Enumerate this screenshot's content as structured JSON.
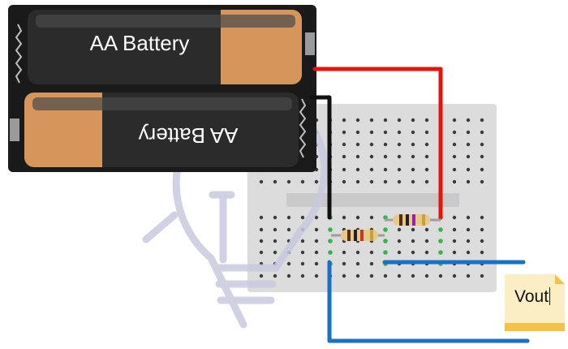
{
  "battery": {
    "cell_top_label": "AA Battery",
    "cell_bottom_label": "AA Battery"
  },
  "colors": {
    "positive_wire": "#e8120c",
    "negative_wire": "#111111",
    "signal_wire": "#1b6fc4",
    "holder": "#1a1a1a",
    "cell_body": "#2b2b2b",
    "cell_cap": "#d6955a",
    "breadboard": "#dcdcdc",
    "note": "#fbeec4",
    "bulb_watermark": "#c9c9e0"
  },
  "components": {
    "resistor_count": 2,
    "probe_label": "Vout"
  },
  "icons": [
    "lightbulb-icon"
  ]
}
